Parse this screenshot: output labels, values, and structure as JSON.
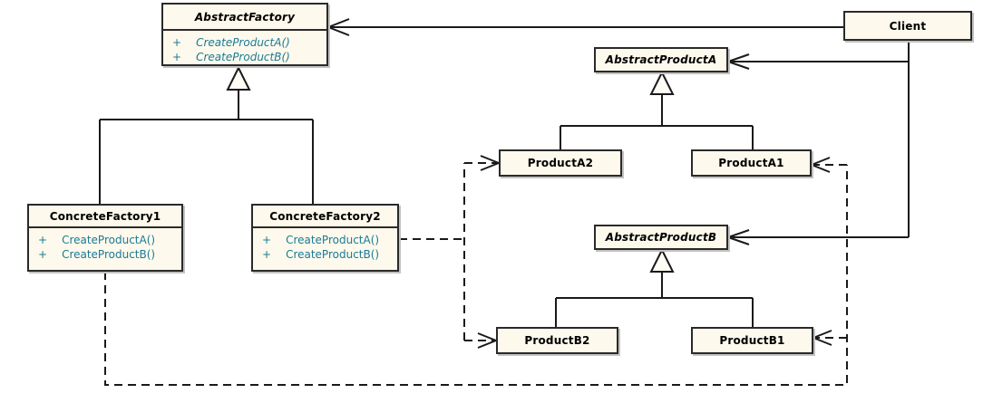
{
  "diagram": {
    "kind": "uml-class-diagram",
    "pattern_name": "Abstract Factory",
    "colors": {
      "box_fill": "#fdf9ec",
      "box_border": "#2a2a2a",
      "connector_line": "#1a1a1a",
      "method_text": "#1b7a96",
      "title_text": "#000000",
      "shadow": "#c2c2c2",
      "background": "#ffffff"
    },
    "classes": {
      "abstract_factory": {
        "name": "AbstractFactory",
        "abstract": true,
        "methods": [
          {
            "vis": "+",
            "sig": "CreateProductA()"
          },
          {
            "vis": "+",
            "sig": "CreateProductB()"
          }
        ]
      },
      "concrete_factory1": {
        "name": "ConcreteFactory1",
        "abstract": false,
        "methods": [
          {
            "vis": "+",
            "sig": "CreateProductA()"
          },
          {
            "vis": "+",
            "sig": "CreateProductB()"
          }
        ]
      },
      "concrete_factory2": {
        "name": "ConcreteFactory2",
        "abstract": false,
        "methods": [
          {
            "vis": "+",
            "sig": "CreateProductA()"
          },
          {
            "vis": "+",
            "sig": "CreateProductB()"
          }
        ]
      },
      "client": {
        "name": "Client",
        "abstract": false
      },
      "abstract_product_a": {
        "name": "AbstractProductA",
        "abstract": true
      },
      "product_a2": {
        "name": "ProductA2",
        "abstract": false
      },
      "product_a1": {
        "name": "ProductA1",
        "abstract": false
      },
      "abstract_product_b": {
        "name": "AbstractProductB",
        "abstract": true
      },
      "product_b2": {
        "name": "ProductB2",
        "abstract": false
      },
      "product_b1": {
        "name": "ProductB1",
        "abstract": false
      }
    },
    "relationships": [
      {
        "from": "Client",
        "to": "AbstractFactory",
        "type": "association-open-arrow"
      },
      {
        "from": "Client",
        "to": "AbstractProductA",
        "type": "association-open-arrow"
      },
      {
        "from": "Client",
        "to": "AbstractProductB",
        "type": "association-open-arrow"
      },
      {
        "from": "ConcreteFactory1",
        "to": "AbstractFactory",
        "type": "generalization"
      },
      {
        "from": "ConcreteFactory2",
        "to": "AbstractFactory",
        "type": "generalization"
      },
      {
        "from": "ProductA2",
        "to": "AbstractProductA",
        "type": "generalization"
      },
      {
        "from": "ProductA1",
        "to": "AbstractProductA",
        "type": "generalization"
      },
      {
        "from": "ProductB2",
        "to": "AbstractProductB",
        "type": "generalization"
      },
      {
        "from": "ProductB1",
        "to": "AbstractProductB",
        "type": "generalization"
      },
      {
        "from": "ConcreteFactory2",
        "to": "ProductA2",
        "type": "dashed-dependency"
      },
      {
        "from": "ConcreteFactory2",
        "to": "ProductB2",
        "type": "dashed-dependency"
      },
      {
        "from": "ConcreteFactory1",
        "to": "ProductA1",
        "type": "dashed-dependency"
      },
      {
        "from": "ConcreteFactory1",
        "to": "ProductB1",
        "type": "dashed-dependency"
      }
    ]
  }
}
